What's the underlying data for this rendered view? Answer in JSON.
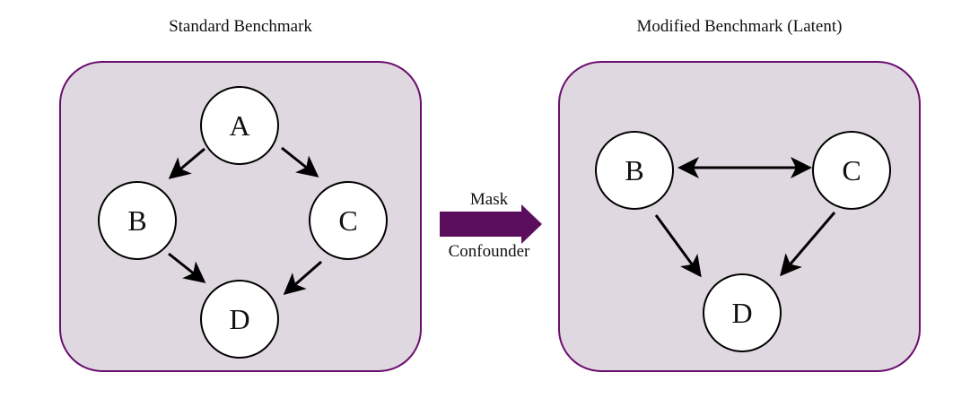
{
  "left_panel": {
    "title": "Standard Benchmark",
    "nodes": {
      "a": "A",
      "b": "B",
      "c": "C",
      "d": "D"
    }
  },
  "transform": {
    "line1": "Mask",
    "line2": "Confounder",
    "arrow_color": "#5c0e5e"
  },
  "right_panel": {
    "title": "Modified Benchmark (Latent)",
    "nodes": {
      "b": "B",
      "c": "C",
      "d": "D"
    }
  },
  "colors": {
    "panel_fill": "#e0d8e0",
    "panel_border": "#6b0e6f"
  }
}
